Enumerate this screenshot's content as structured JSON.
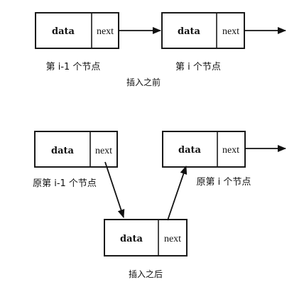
{
  "before": {
    "node1": {
      "data_label": "data",
      "next_label": "next"
    },
    "node2": {
      "data_label": "data",
      "next_label": "next"
    },
    "label1": "第 i-1 个节点",
    "label2": "第 i 个节点",
    "caption": "插入之前"
  },
  "after": {
    "node1": {
      "data_label": "data",
      "next_label": "next"
    },
    "node2": {
      "data_label": "data",
      "next_label": "next"
    },
    "new_node": {
      "data_label": "data",
      "next_label": "next"
    },
    "label1": "原第 i-1 个节点",
    "label2": "原第 i 个节点",
    "caption": "插入之后"
  }
}
